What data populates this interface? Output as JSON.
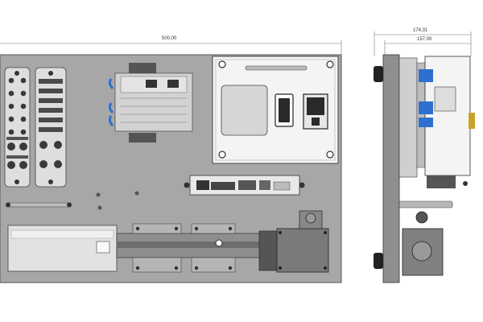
{
  "dimensions": {
    "front_width": "500,00",
    "side_total": "174,31",
    "side_inner": "157,00"
  },
  "colors": {
    "plate": "#a6a6a6",
    "plate_stroke": "#555555",
    "panel": "#ececec",
    "dark": "#2a2a2a",
    "metal": "#c8c8c8",
    "blue": "#2f6fd0",
    "screen": "#d4d4d4"
  },
  "components": {
    "io_blocks": 2,
    "terminal_rail": 1,
    "enclosure_box": 1,
    "controller_board": 1,
    "linear_actuator": 1,
    "motor": 1,
    "side_view": 1
  }
}
